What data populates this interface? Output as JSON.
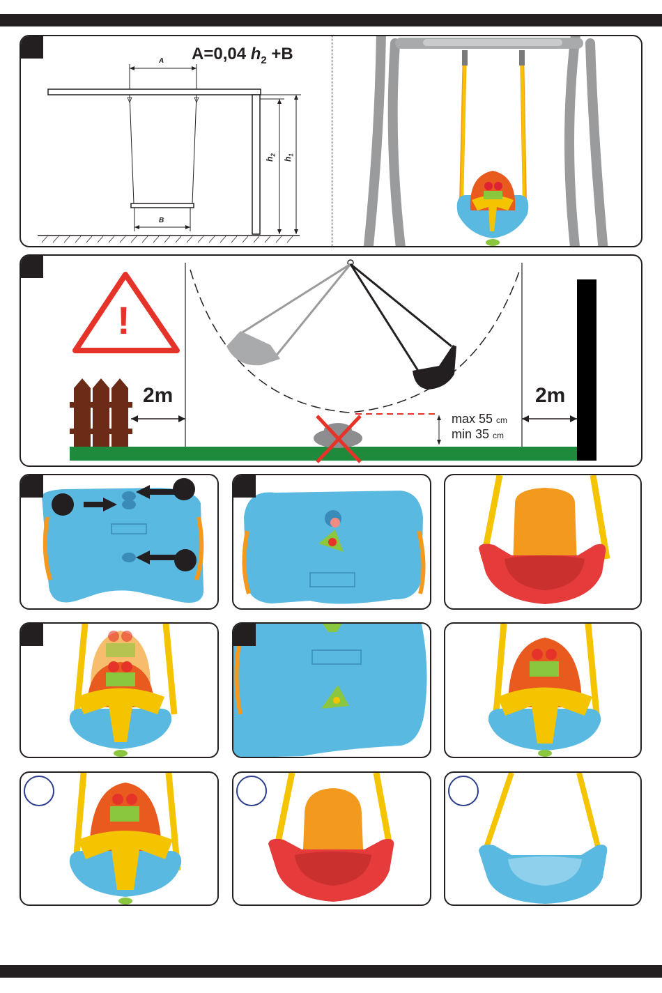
{
  "diagram1": {
    "formula_prefix": "A=0,04 ",
    "formula_var": "h",
    "formula_sub": "2",
    "formula_suffix": " +B",
    "label_a": "A",
    "label_b": "B",
    "label_h1": "h",
    "label_h1_sub": "1",
    "label_h2": "h",
    "label_h2_sub": "2"
  },
  "diagram2": {
    "warning_symbol": "!",
    "clearance_left": "2m",
    "clearance_right": "2m",
    "height_max_prefix": "max 55",
    "height_min_prefix": "min 35",
    "height_unit": "cm"
  },
  "colors": {
    "border": "#231f20",
    "seat_blue": "#5ab9e0",
    "seat_red": "#e53b3b",
    "back_orange": "#f39a1e",
    "rope_yellow": "#f5c400",
    "frame_grey": "#9a9b9d",
    "grass_green": "#1f8a3b",
    "fence_brown": "#6b2b16",
    "warning_red": "#e5332a"
  }
}
